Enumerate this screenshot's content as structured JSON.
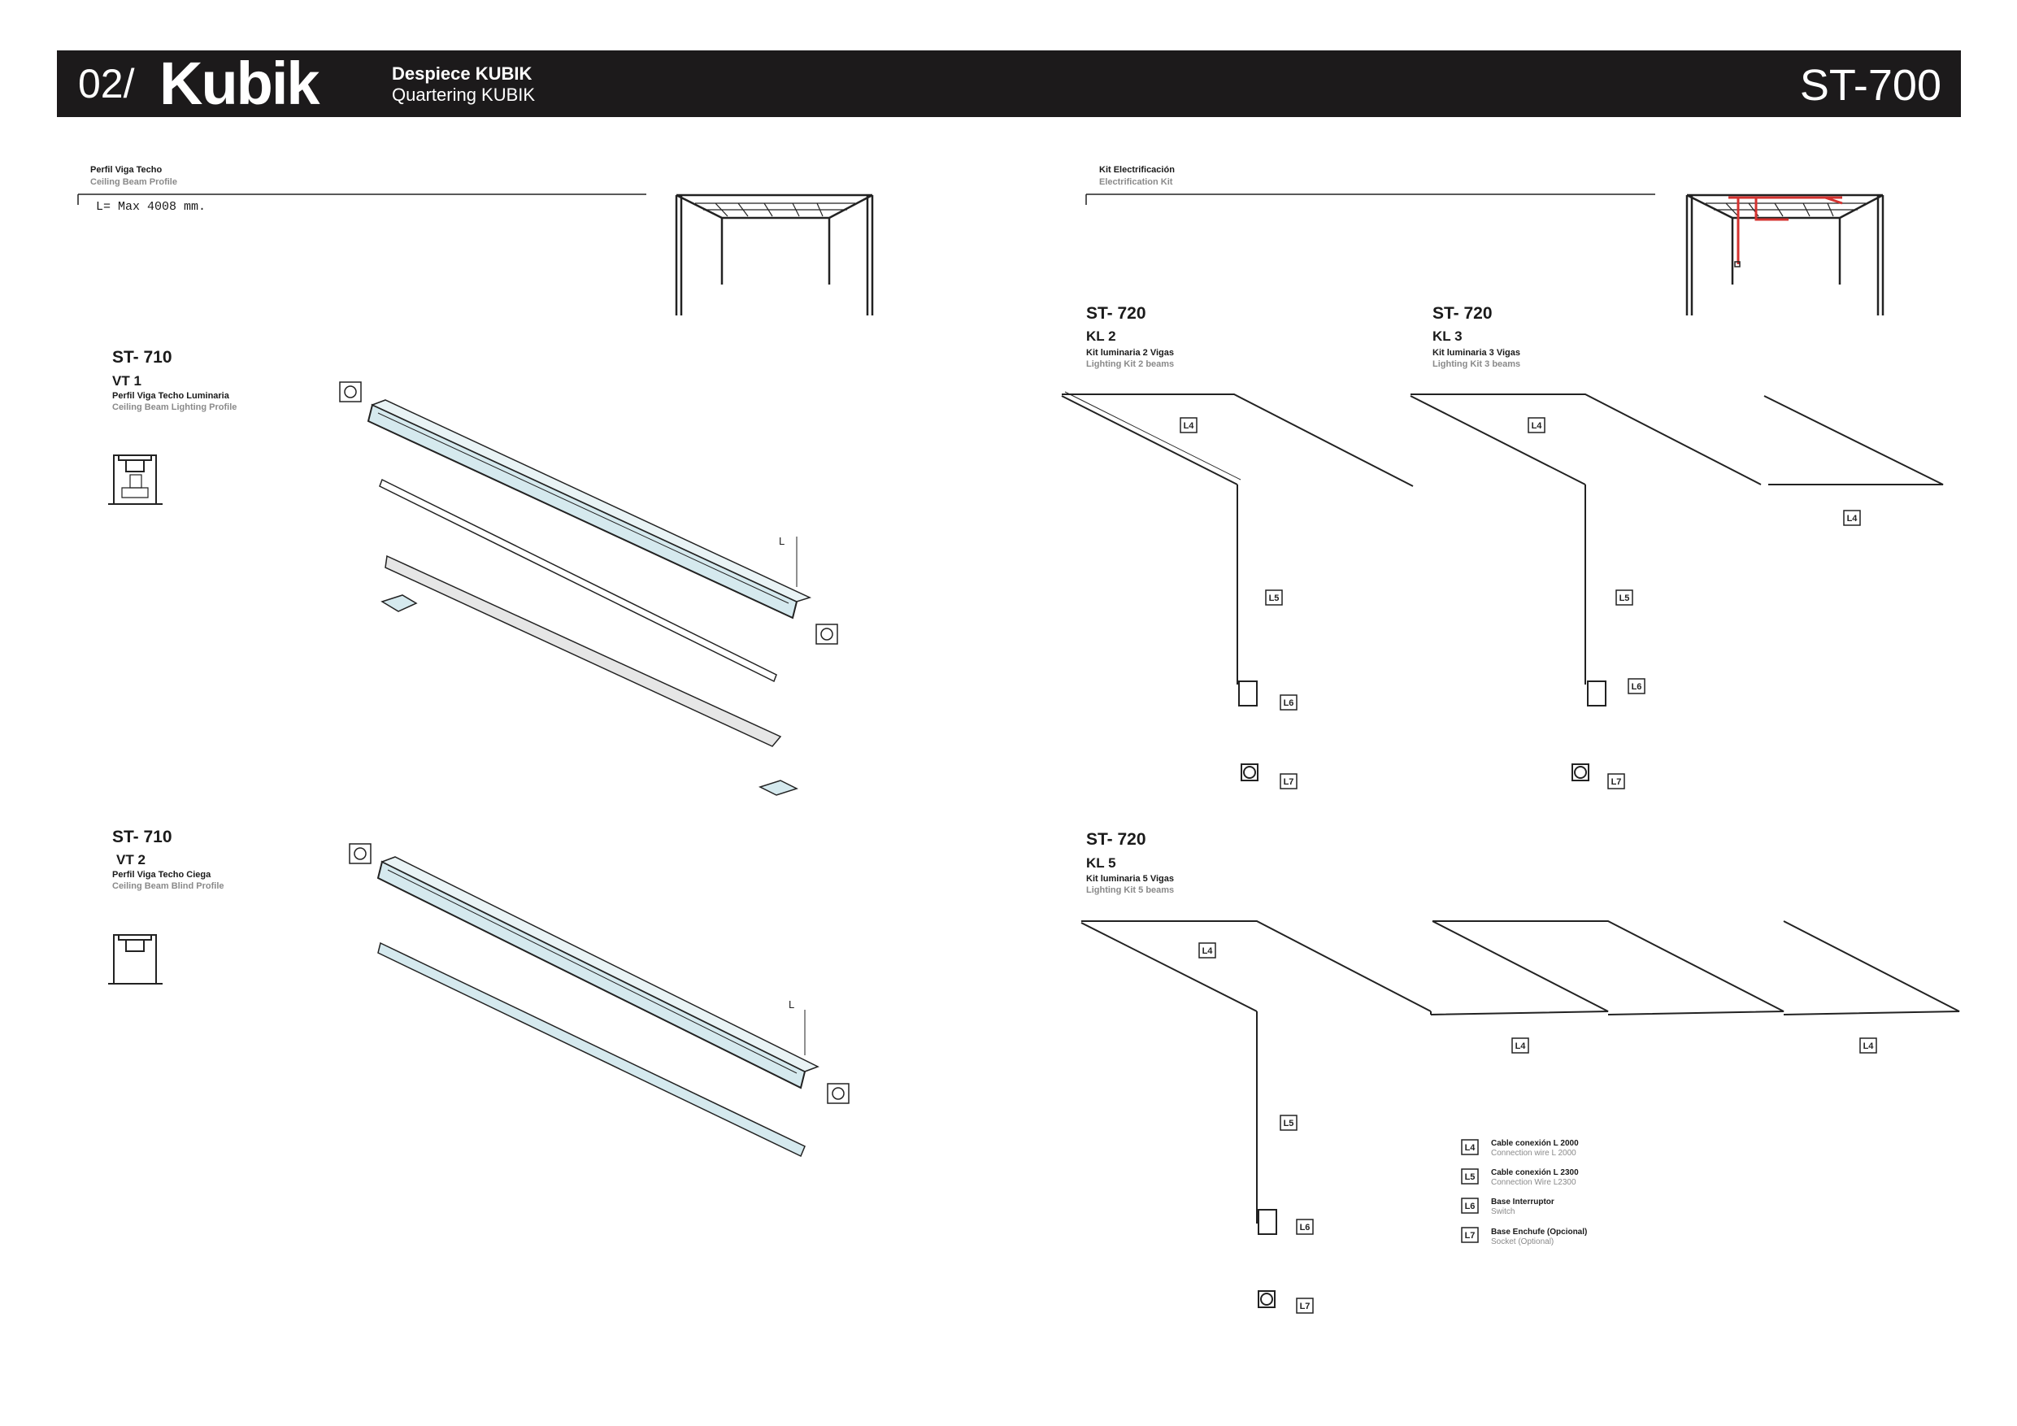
{
  "header": {
    "page_number": "02/",
    "brand_logo": "Kubik",
    "title_es": "Despiece KUBIK",
    "title_en": "Quartering KUBIK",
    "model_code": "ST-700"
  },
  "left_section": {
    "title_es": "Perfil Viga Techo",
    "title_en": "Ceiling Beam Profile",
    "length_note": "L= Max 4008 mm.",
    "items": [
      {
        "code": "ST- 710",
        "variant": "VT 1",
        "name_es": "Perfil Viga Techo Luminaria",
        "name_en": "Ceiling Beam Lighting Profile",
        "dim_label": "L"
      },
      {
        "code": "ST- 710",
        "variant": "VT 2",
        "name_es": "Perfil Viga Techo Ciega",
        "name_en": "Ceiling Beam Blind Profile",
        "dim_label": "L"
      }
    ]
  },
  "right_section": {
    "title_es": "Kit Electrificación",
    "title_en": "Electrification Kit",
    "kits": [
      {
        "code": "ST- 720",
        "variant": "KL 2",
        "name_es": "Kit luminaria 2 Vigas",
        "name_en": "Lighting Kit 2 beams",
        "tags": [
          "L4",
          "L5",
          "L6",
          "L7"
        ]
      },
      {
        "code": "ST- 720",
        "variant": "KL 3",
        "name_es": "Kit luminaria 3 Vigas",
        "name_en": "Lighting Kit 3 beams",
        "tags": [
          "L4",
          "L5",
          "L6",
          "L7",
          "L4"
        ]
      },
      {
        "code": "ST- 720",
        "variant": "KL 5",
        "name_es": "Kit luminaria 5 Vigas",
        "name_en": "Lighting Kit 5 beams",
        "tags": [
          "L4",
          "L5",
          "L6",
          "L7",
          "L4",
          "L4"
        ]
      }
    ]
  },
  "legend": [
    {
      "tag": "L4",
      "es": "Cable conexión L 2000",
      "en": "Connection wire L 2000"
    },
    {
      "tag": "L5",
      "es": "Cable conexión L 2300",
      "en": "Connection Wire L2300"
    },
    {
      "tag": "L6",
      "es": "Base Interruptor",
      "en": "Switch"
    },
    {
      "tag": "L7",
      "es": "Base Enchufe (Opcional)",
      "en": "Socket (Optional)"
    }
  ],
  "colors": {
    "header_bg": "#1c1a1b",
    "profile_fill": "#d5e9ee",
    "diffuser_fill": "#e6e6e6",
    "highlight_wire": "#d4322f",
    "line": "#222222",
    "muted_text": "#8a8a8a"
  }
}
